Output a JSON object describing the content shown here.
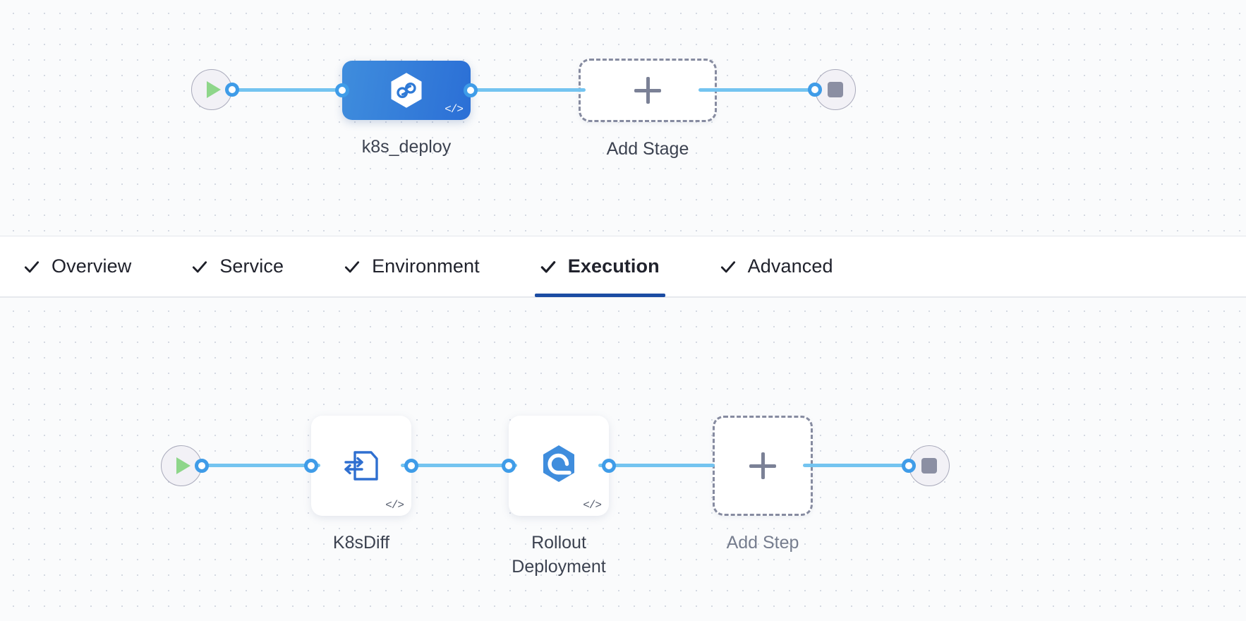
{
  "app": {
    "kind": "pipeline-studio-canvas",
    "accent_blue": "#2b6fd6",
    "connector_blue": "#74c4f0",
    "active_tab_underline": "#1b4ca3",
    "canvas_bg": "#fafbfc",
    "grid_dot_color": "#d4d9e2"
  },
  "stage_canvas": {
    "name": "stage-pipeline-graph",
    "start_node": {
      "icon": "play-icon",
      "label": ""
    },
    "nodes": [
      {
        "label": "k8s_deploy",
        "icon": "hexagon-infinity-icon",
        "badge": "</>",
        "type": "stage",
        "selected": true
      },
      {
        "label": "Add Stage",
        "icon": "plus-icon",
        "type": "add-stage",
        "selected": false
      }
    ],
    "end_node": {
      "icon": "stop-icon",
      "label": ""
    }
  },
  "tabs": {
    "name": "stage-config-tabs",
    "items": [
      {
        "label": "Overview",
        "icon": "check-icon",
        "active": false
      },
      {
        "label": "Service",
        "icon": "check-icon",
        "active": false
      },
      {
        "label": "Environment",
        "icon": "check-icon",
        "active": false
      },
      {
        "label": "Execution",
        "icon": "check-icon",
        "active": true
      },
      {
        "label": "Advanced",
        "icon": "check-icon",
        "active": false
      }
    ]
  },
  "step_canvas": {
    "name": "execution-steps-graph",
    "start_node": {
      "icon": "play-icon",
      "label": ""
    },
    "nodes": [
      {
        "label": "K8sDiff",
        "icon": "document-swap-arrows-icon",
        "badge": "</>",
        "type": "step"
      },
      {
        "label": "Rollout\nDeployment",
        "icon": "hexagon-rollout-icon",
        "badge": "</>",
        "type": "step"
      },
      {
        "label": "Add Step",
        "icon": "plus-icon",
        "type": "add-step"
      }
    ],
    "end_node": {
      "icon": "stop-icon",
      "label": ""
    }
  }
}
